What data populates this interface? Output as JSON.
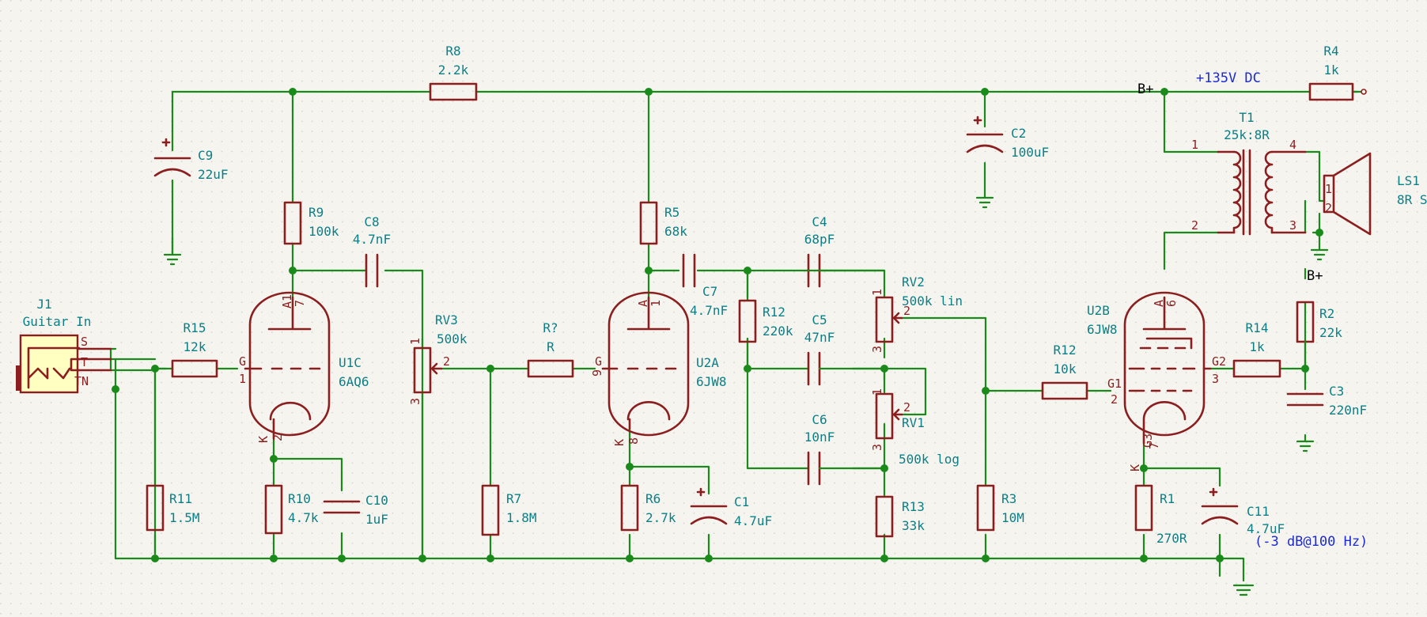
{
  "schematic": {
    "nets": {
      "bplus_label": "B+",
      "bplus_label_2": "B+",
      "supply_label": "+135V DC"
    },
    "notes": {
      "rolloff": "(-3 dB@100 Hz)"
    },
    "components": {
      "J1": {
        "ref": "J1",
        "value": "Guitar In",
        "pins": [
          "S",
          "T",
          "TN"
        ]
      },
      "R15": {
        "ref": "R15",
        "value": "12k"
      },
      "R11": {
        "ref": "R11",
        "value": "1.5M"
      },
      "R9": {
        "ref": "R9",
        "value": "100k"
      },
      "R10": {
        "ref": "R10",
        "value": "4.7k"
      },
      "C10": {
        "ref": "C10",
        "value": "1uF"
      },
      "C9": {
        "ref": "C9",
        "value": "22uF"
      },
      "C8": {
        "ref": "C8",
        "value": "4.7nF"
      },
      "R8": {
        "ref": "R8",
        "value": "2.2k"
      },
      "U1C": {
        "ref": "U1C",
        "value": "6AQ6",
        "pins": [
          "A1",
          "G",
          "K",
          "7",
          "1",
          "2"
        ]
      },
      "RV3": {
        "ref": "RV3",
        "value": "500k",
        "pins": [
          "1",
          "2",
          "3"
        ]
      },
      "Rq": {
        "ref": "R?",
        "value": "R"
      },
      "R7": {
        "ref": "R7",
        "value": "1.8M"
      },
      "U2A": {
        "ref": "U2A",
        "value": "6JW8",
        "pins": [
          "A",
          "G",
          "K",
          "1",
          "9",
          "8"
        ]
      },
      "R5": {
        "ref": "R5",
        "value": "68k"
      },
      "R6": {
        "ref": "R6",
        "value": "2.7k"
      },
      "C1": {
        "ref": "C1",
        "value": "4.7uF"
      },
      "C7": {
        "ref": "C7",
        "value": "4.7nF"
      },
      "C4": {
        "ref": "C4",
        "value": "68pF"
      },
      "R12a": {
        "ref": "R12",
        "value": "220k"
      },
      "C5": {
        "ref": "C5",
        "value": "47nF"
      },
      "C6": {
        "ref": "C6",
        "value": "10nF"
      },
      "RV2": {
        "ref": "RV2",
        "value": "500k lin",
        "pins": [
          "1",
          "2",
          "3"
        ]
      },
      "RV1": {
        "ref": "RV1",
        "value": "500k log",
        "pins": [
          "1",
          "2",
          "3"
        ]
      },
      "R13": {
        "ref": "R13",
        "value": "33k"
      },
      "R3": {
        "ref": "R3",
        "value": "10M"
      },
      "C2": {
        "ref": "C2",
        "value": "100uF"
      },
      "R12b": {
        "ref": "R12",
        "value": "10k"
      },
      "U2B": {
        "ref": "U2B",
        "value": "6JW8",
        "pins": [
          "A",
          "G1",
          "G2",
          "K",
          "G3",
          "6",
          "2",
          "3",
          "7"
        ]
      },
      "R1": {
        "ref": "R1",
        "value": "270R"
      },
      "C11": {
        "ref": "C11",
        "value": "4.7uF"
      },
      "R14": {
        "ref": "R14",
        "value": "1k"
      },
      "R2": {
        "ref": "R2",
        "value": "22k"
      },
      "C3": {
        "ref": "C3",
        "value": "220nF"
      },
      "T1": {
        "ref": "T1",
        "value": "25k:8R",
        "pins": [
          "1",
          "2",
          "3",
          "4"
        ]
      },
      "R4": {
        "ref": "R4",
        "value": "1k"
      },
      "LS1": {
        "ref": "LS1",
        "value": "8R S",
        "pins": [
          "1",
          "2"
        ]
      }
    }
  }
}
